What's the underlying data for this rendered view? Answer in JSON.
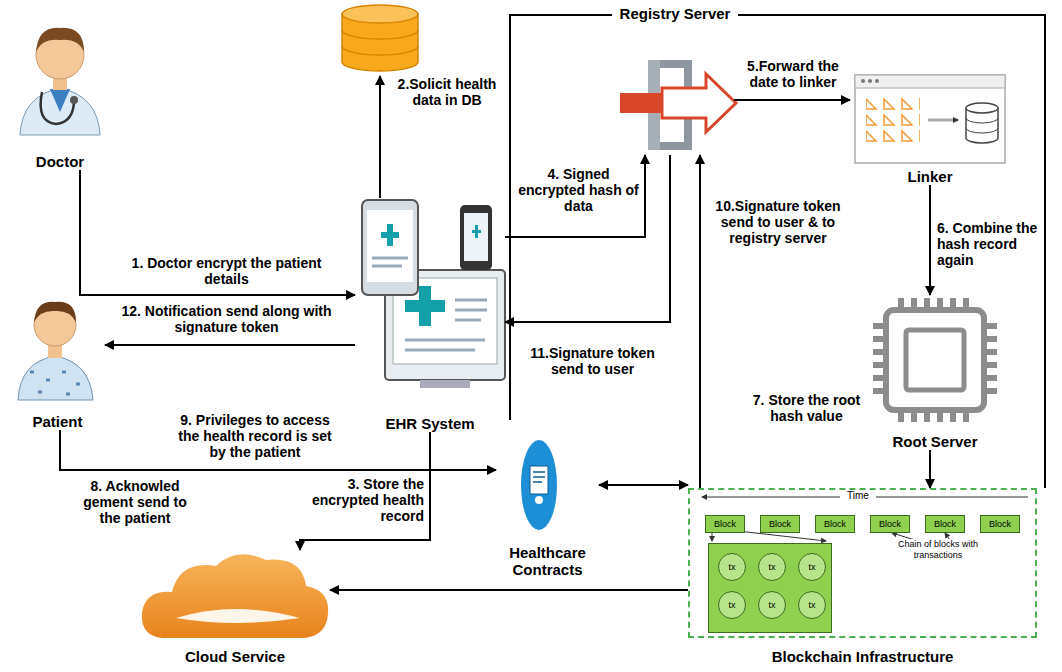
{
  "diagram": {
    "nodes": [
      {
        "text": [
          "Doctor"
        ]
      },
      {
        "text": [
          "Registry Server"
        ]
      },
      {
        "text": [
          "Linker"
        ]
      },
      {
        "text": [
          "EHR System"
        ]
      },
      {
        "text": [
          "Patient"
        ]
      },
      {
        "text": [
          "Healthcare Contracts"
        ]
      },
      {
        "text": [
          "Root Server"
        ]
      },
      {
        "text": [
          "Cloud Service"
        ]
      },
      {
        "text": [
          "Blockchain Infrastructure"
        ]
      },
      {
        "text": [
          "Block"
        ],
        "in": 8
      },
      {
        "text": [
          "Block"
        ],
        "in": 8
      },
      {
        "text": [
          "Block"
        ],
        "in": 8
      },
      {
        "text": [
          "Block"
        ],
        "in": 8
      },
      {
        "text": [
          "Block"
        ],
        "in": 8
      },
      {
        "text": [
          "Block"
        ],
        "in": 8
      },
      {
        "text": [
          "tx"
        ],
        "in": 8
      },
      {
        "text": [
          "tx"
        ],
        "in": 8
      },
      {
        "text": [
          "tx"
        ],
        "in": 8
      },
      {
        "text": [
          "tx"
        ],
        "in": 8
      },
      {
        "text": [
          "tx"
        ],
        "in": 8
      },
      {
        "text": [
          "tx"
        ],
        "in": 8
      }
    ],
    "edges": [
      {
        "from": 0,
        "to": 3,
        "label": "1. Doctor encrypt the patient details",
        "arrow": "to"
      },
      {
        "from": 3,
        "to": 1,
        "label": "4. Signed encrypted hash of data",
        "arrow": "to"
      },
      {
        "from": 1,
        "to": 2,
        "label": "5.Forward the date to linker",
        "arrow": "to"
      },
      {
        "from": 2,
        "to": 6,
        "label": "6. Combine the hash record again",
        "arrow": "to"
      },
      {
        "from": 6,
        "to": 8,
        "label": "7. Store the root hash value",
        "arrow": "to"
      },
      {
        "from": 8,
        "to": 1,
        "label": "10.Signature token send to user & to registry server",
        "arrow": "to"
      },
      {
        "from": 1,
        "to": 3,
        "label": "11.Signature token send to user",
        "arrow": "to"
      },
      {
        "from": 3,
        "to": 4,
        "label": "12. Notification send along with signature token",
        "arrow": "to"
      },
      {
        "from": 4,
        "to": 5,
        "label": "9. Privileges to access the health record is set by the patient",
        "arrow": "to"
      },
      {
        "from": 3,
        "to": 7,
        "label": "3. Store the encrypted health record",
        "arrow": "to"
      },
      {
        "from": 5,
        "to": 8,
        "arrow": "both"
      },
      {
        "from": 8,
        "to": 7,
        "arrow": "to"
      }
    ],
    "labels": [
      "2.Solicit health data in DB",
      "8. Acknowled gement send to the patient",
      "Time",
      "Chain of blocks with transactions"
    ]
  }
}
